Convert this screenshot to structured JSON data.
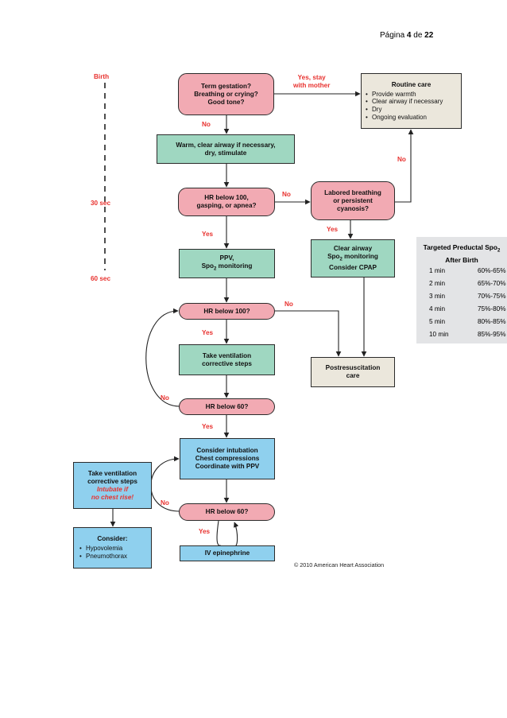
{
  "header": {
    "page_prefix": "Página",
    "page_current": "4",
    "page_of": "de",
    "page_total": "22"
  },
  "timeline": {
    "birth": "Birth",
    "t30": "30 sec",
    "t60": "60 sec"
  },
  "nodes": {
    "term": [
      "Term gestation?",
      "Breathing or crying?",
      "Good tone?"
    ],
    "routine_title": "Routine care",
    "routine_items": [
      "Provide warmth",
      "Clear airway if necessary",
      "Dry",
      "Ongoing evaluation"
    ],
    "warm": [
      "Warm, clear airway if necessary,",
      "dry, stimulate"
    ],
    "hr100a": [
      "HR below 100,",
      "gasping, or apnea?"
    ],
    "labored": [
      "Labored breathing",
      "or persistent",
      "cyanosis?"
    ],
    "ppv": [
      "PPV,"
    ],
    "ppv_spo": "Spo",
    "ppv_sub": "2",
    "ppv_mon": " monitoring",
    "clear_line1": "Clear airway",
    "clear_spo": "Spo",
    "clear_sub": "2",
    "clear_mon": " monitoring",
    "clear_line3": "Consider CPAP",
    "hr100b": "HR below 100?",
    "vent1": [
      "Take ventilation",
      "corrective steps"
    ],
    "postres": [
      "Postresuscitation",
      "care"
    ],
    "hr60a": "HR below 60?",
    "intub": [
      "Consider intubation",
      "Chest compressions",
      "Coordinate with PPV"
    ],
    "takevent2": [
      "Take ventilation",
      "corrective steps"
    ],
    "takevent2_red": [
      "Intubate if",
      "no chest rise!"
    ],
    "hr60b": "HR below 60?",
    "epi": "IV epinephrine",
    "consider_title": "Consider:",
    "consider_items": [
      "Hypovolemia",
      "Pneumothorax"
    ]
  },
  "labels": {
    "yes_stay": [
      "Yes, stay",
      "with mother"
    ],
    "no1": "No",
    "no2": "No",
    "no3": "No",
    "yes1": "Yes",
    "yes2": "Yes",
    "no4": "No",
    "yes3": "Yes",
    "no5": "No",
    "yes4": "Yes",
    "no6": "No",
    "yes5": "Yes"
  },
  "spo2_table": {
    "title_line1": "Targeted Preductal Spo",
    "title_sub": "2",
    "title_line2": "After Birth",
    "rows": [
      {
        "time": "1 min",
        "range": "60%-65%"
      },
      {
        "time": "2 min",
        "range": "65%-70%"
      },
      {
        "time": "3 min",
        "range": "70%-75%"
      },
      {
        "time": "4 min",
        "range": "75%-80%"
      },
      {
        "time": "5 min",
        "range": "80%-85%"
      },
      {
        "time": "10 min",
        "range": "85%-95%"
      }
    ]
  },
  "copyright": "© 2010 American Heart Association",
  "colors": {
    "decision": "#f2aab3",
    "action": "#9fd7c1",
    "advanced": "#8fd0ee",
    "routine": "#ebe7dc",
    "label_red": "#e8322f"
  }
}
